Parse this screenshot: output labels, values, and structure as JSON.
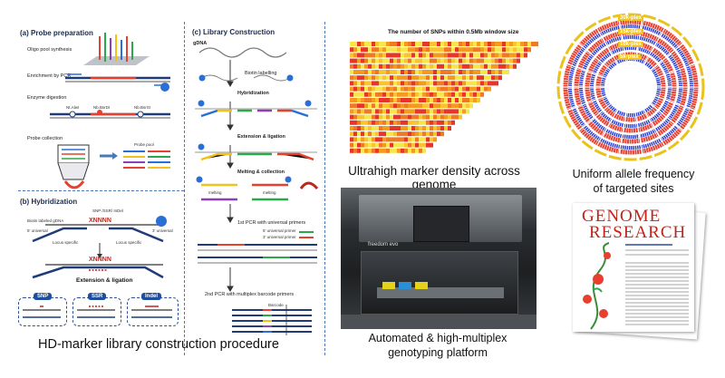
{
  "panel_a": {
    "title": "(a) Probe preparation",
    "steps": [
      "Oligo pool synthesis",
      "Enrichment by PCR",
      "Enzyme digestion",
      "Probe collection"
    ],
    "enzymes": [
      "Nt.AlwI",
      "Nb.BsrDI",
      "Nb.BsrSI"
    ],
    "probe_pool": "Probe pool"
  },
  "panel_b": {
    "title": "(b) Hybridization",
    "biotin_label": "Biotin labeled gDNA",
    "snp_label": "SNP /SSR/ InDel",
    "xnnnn": "XNNNN",
    "universal_5": "5' universal",
    "universal_3": "3' universal",
    "locus_specific_left": "Locus specific",
    "locus_specific_right": "Locus specific",
    "ext_lig": "Extension & ligation",
    "boxes": [
      "SNP",
      "SSR",
      "Indel"
    ]
  },
  "panel_c": {
    "title": "(c) Library Construction",
    "gdna": "gDNA",
    "steps": [
      "Biotin labelling",
      "Hybridization",
      "Extension & ligation",
      "Melting & collection",
      "1st PCR with universal primers",
      "2nd PCR with multiplex barcode primers"
    ],
    "melting": "melting",
    "primer_5": "5' universal primer",
    "primer_3": "3' universal primer",
    "barcode": "Barcode"
  },
  "snp_density": {
    "title": "The number of SNPs within 0.5Mb window size",
    "caption": "Ultrahigh marker density across genome"
  },
  "instrument": {
    "brand": "freedom evo",
    "caption_line1": "Automated & high-multiplex",
    "caption_line2": "genotyping platform"
  },
  "circos": {
    "ring_labels": [
      "30k-plex",
      "15k-plex",
      "10k-plex",
      "5k-plex"
    ],
    "caption_line1": "Uniform allele frequency",
    "caption_line2": "of targeted sites"
  },
  "journal": {
    "name_top": "GENOME",
    "name_bottom": "RESEARCH"
  },
  "main_caption": "HD-marker library construction procedure",
  "colors": {
    "navy": "#1b2a4a",
    "dash_blue": "#4a78b8",
    "heat_low": "#e8352a",
    "heat_mid": "#f49a1c",
    "heat_high": "#f6e64a",
    "ring_blue": "#2a3fd0",
    "ring_red": "#e8402e"
  }
}
